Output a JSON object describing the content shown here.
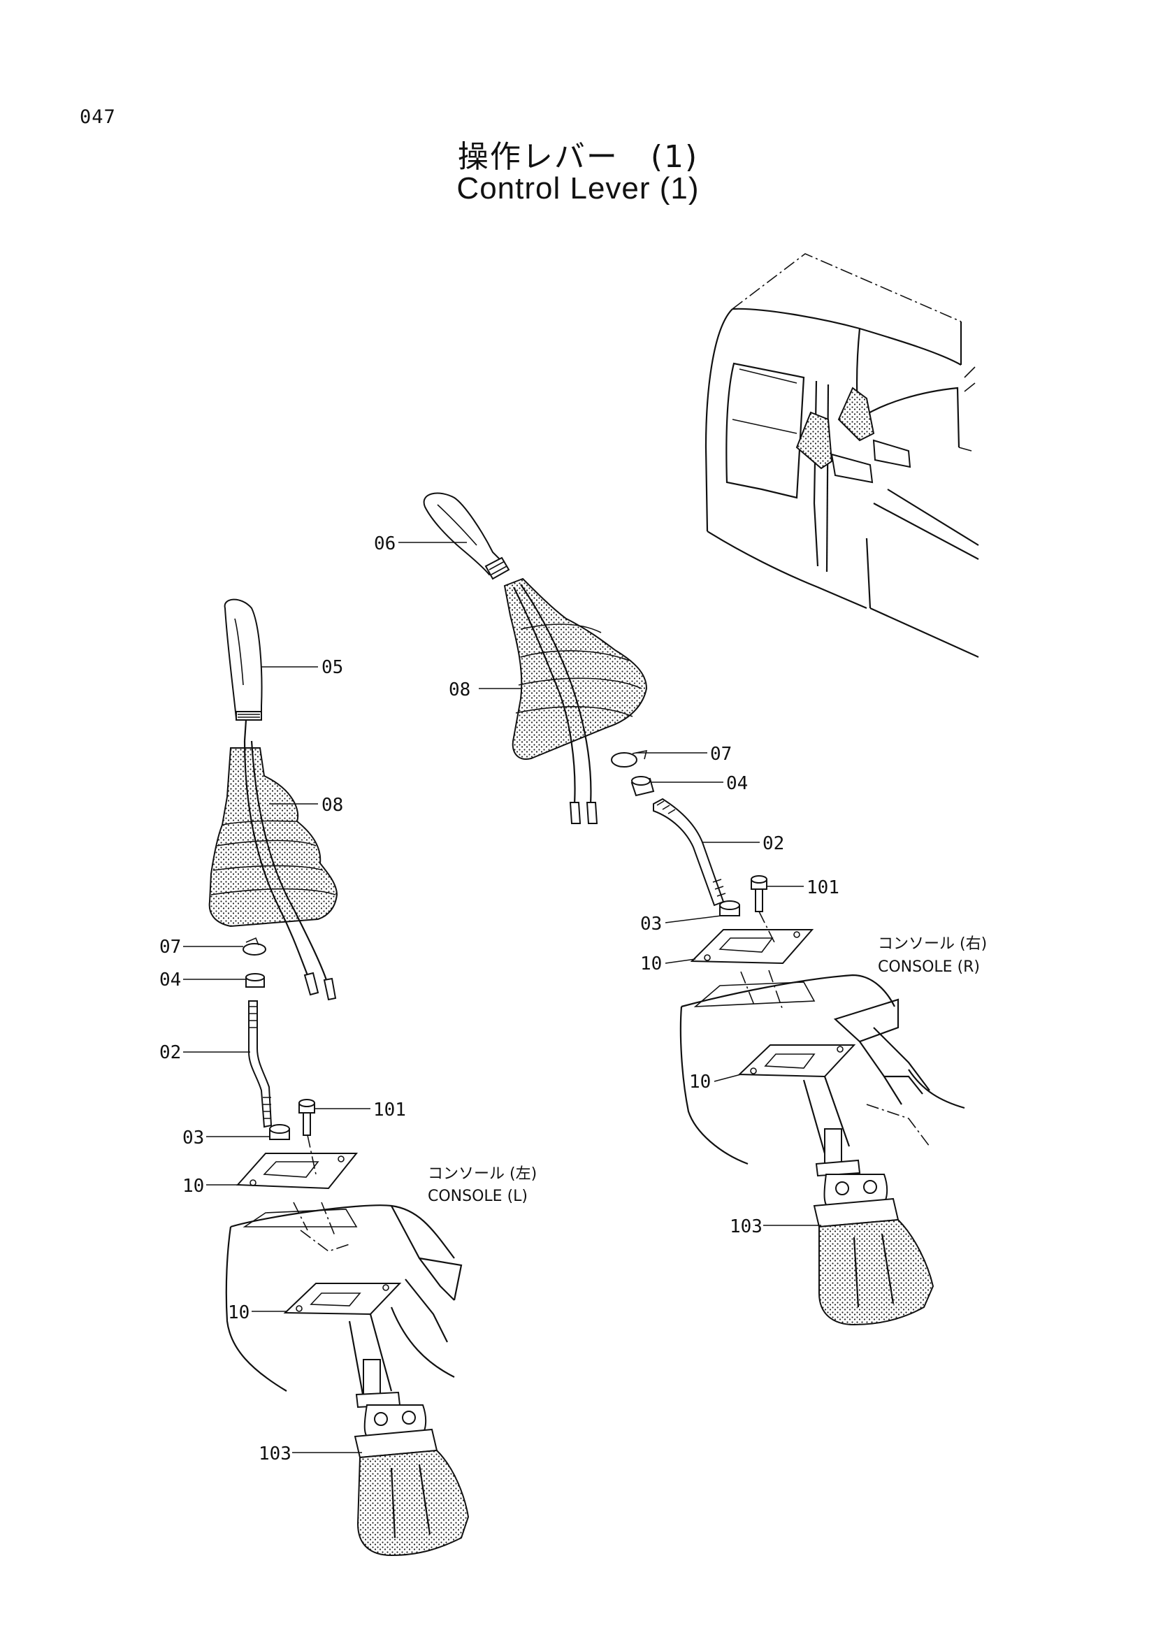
{
  "page_number": "047",
  "title_ja": "操作レバー　(1)",
  "title_en": "Control Lever (1)",
  "left_assembly": {
    "labels": {
      "lever": "05",
      "boot": "08",
      "clamp": "07",
      "nut": "04",
      "rod": "02",
      "bolt": "101",
      "washer": "03",
      "plate_upper": "10",
      "plate_lower": "10",
      "valve": "103"
    },
    "console_ja": "コンソール (左)",
    "console_en": "CONSOLE (L)"
  },
  "right_assembly": {
    "labels": {
      "lever": "06",
      "boot": "08",
      "clamp": "07",
      "nut": "04",
      "rod": "02",
      "bolt": "101",
      "washer": "03",
      "plate_upper": "10",
      "plate_lower": "10",
      "valve": "103"
    },
    "console_ja": "コンソール (右)",
    "console_en": "CONSOLE (R)"
  }
}
